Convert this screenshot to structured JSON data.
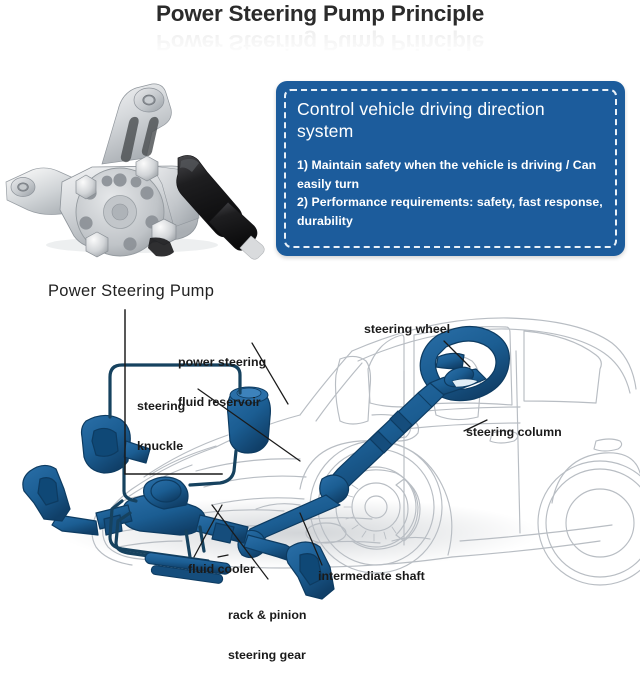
{
  "page": {
    "title": "Power Steering Pump Principle",
    "background_color": "#ffffff"
  },
  "info_card": {
    "background_color": "#1c5c9c",
    "border_style": "dashed-white-inner",
    "heading": "Control vehicle driving direction system",
    "lines": [
      "1) Maintain safety when the vehicle is driving / Can easily turn",
      "2) Performance requirements: safety, fast response, durability"
    ]
  },
  "product_photo": {
    "alt": "power-steering-pump-assembly",
    "body_color": "#cfd2d4",
    "connector_color": "#1d1d1f"
  },
  "diagram": {
    "accent_color": "#1b5d92",
    "outline_color": "#b9bec4",
    "callout_pump": "Power Steering Pump",
    "labels": [
      {
        "id": "power-steering-fluid-reservoir",
        "line1": "power steering",
        "line2": "fluid reservoir"
      },
      {
        "id": "steering-knuckle",
        "line1": "steering",
        "line2": "knuckle"
      },
      {
        "id": "steering-wheel",
        "line1": "steering wheel",
        "line2": ""
      },
      {
        "id": "steering-column",
        "line1": "steering column",
        "line2": ""
      },
      {
        "id": "fluid-cooler",
        "line1": "fluid cooler",
        "line2": ""
      },
      {
        "id": "rack-and-pinion-steering-gear",
        "line1": "rack & pinion",
        "line2": "steering gear"
      },
      {
        "id": "intermediate-shaft",
        "line1": "intermediate shaft",
        "line2": ""
      }
    ]
  }
}
